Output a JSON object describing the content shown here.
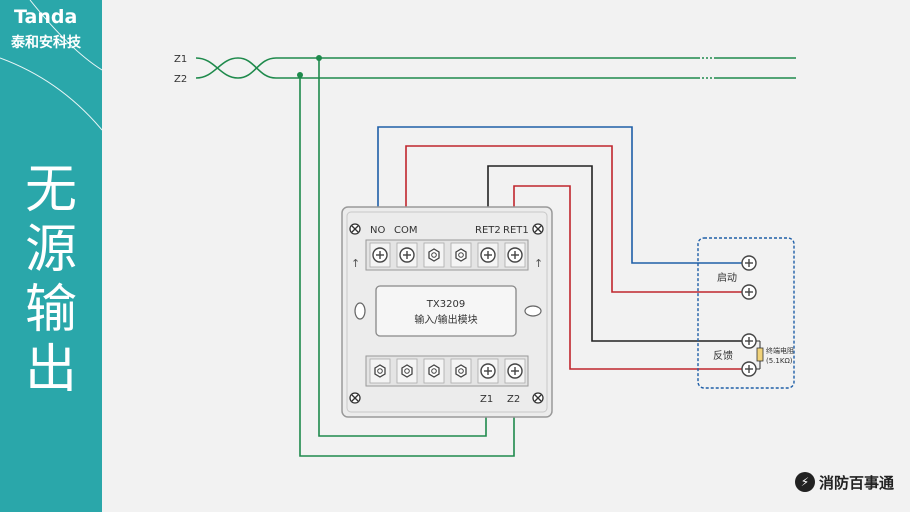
{
  "brand": {
    "en": "Tanda",
    "cn": "泰和安科技"
  },
  "side_title": [
    "无",
    "源",
    "输",
    "出"
  ],
  "bus": {
    "z1_label": "Z1",
    "z2_label": "Z2"
  },
  "module": {
    "top_labels": {
      "no": "NO",
      "com": "COM",
      "ret2": "RET2",
      "ret1": "RET1"
    },
    "model": "TX3209",
    "name": "输入/输出模块",
    "bottom_labels": {
      "z1": "Z1",
      "z2": "Z2"
    }
  },
  "device": {
    "start_label": "启动",
    "feedback_label": "反馈",
    "resistor_label": "终端电阻",
    "resistor_value": "(5.1KΩ)"
  },
  "footer": {
    "logo_text": "消防百事通"
  },
  "colors": {
    "teal": "#2aa7aa",
    "green_wire": "#1f8a4c",
    "blue_wire": "#1f5fa8",
    "red_wire": "#c0262d",
    "black_wire": "#222222"
  }
}
